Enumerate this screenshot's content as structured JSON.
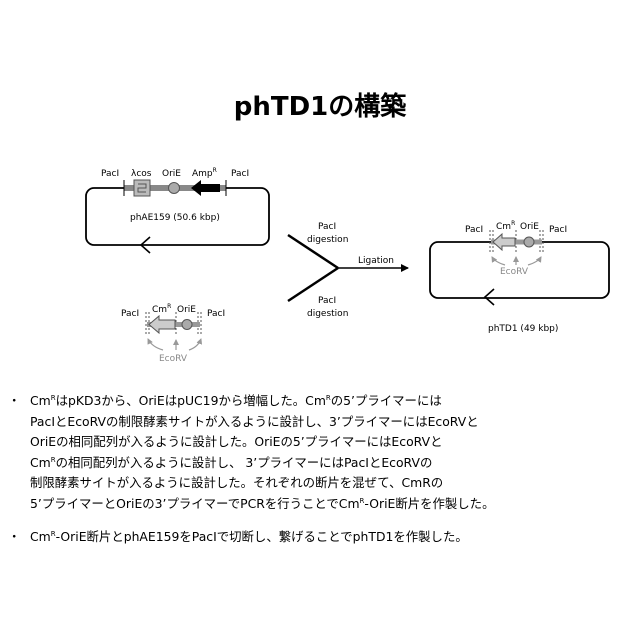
{
  "title": "phTD1の構築",
  "labels": {
    "pacI": "PacI",
    "lambda_cos": "λcos",
    "oriE": "OriE",
    "amp": "Amp",
    "amp_sup": "R",
    "cm": "Cm",
    "cm_sup": "R",
    "ecorv": "EcoRV",
    "phAE159": "phAE159 (50.6 kbp)",
    "phTD1": "phTD1 (49 kbp)",
    "pacI_digestion_1": "PacI",
    "pacI_digestion_2": "digestion",
    "ligation": "Ligation"
  },
  "paragraphs": {
    "p1": {
      "bullet": "・",
      "l1_a": "Cm",
      "l1_sup": "R",
      "l1_b": "はpKD3から、OriEはpUC19から増幅した。Cm",
      "l1_sup2": "R",
      "l1_c": "の5’プライマーには",
      "l2": "PacIとEcoRVの制限酵素サイトが入るように設計し、3’プライマーにはEcoRVと",
      "l3": "OriEの相同配列が入るように設計した。OriEの5’プライマーにはEcoRVと",
      "l4_a": "Cm",
      "l4_sup": "R",
      "l4_b": "の相同配列が入るように設計し、 3’プライマーにはPacIとEcoRVの",
      "l5": "制限酵素サイトが入るように設計した。それぞれの断片を混ぜて、CmRの",
      "l6_a": "5’プライマーとOriEの3’プライマーでPCRを行うことでCm",
      "l6_sup": "R",
      "l6_b": "-OriE断片を作製した。"
    },
    "p2": {
      "bullet": "・",
      "a": "Cm",
      "sup": "R",
      "b": "-OriE断片とphAE159をPacIで切断し、繋げることでphTD1を作製した。"
    }
  }
}
